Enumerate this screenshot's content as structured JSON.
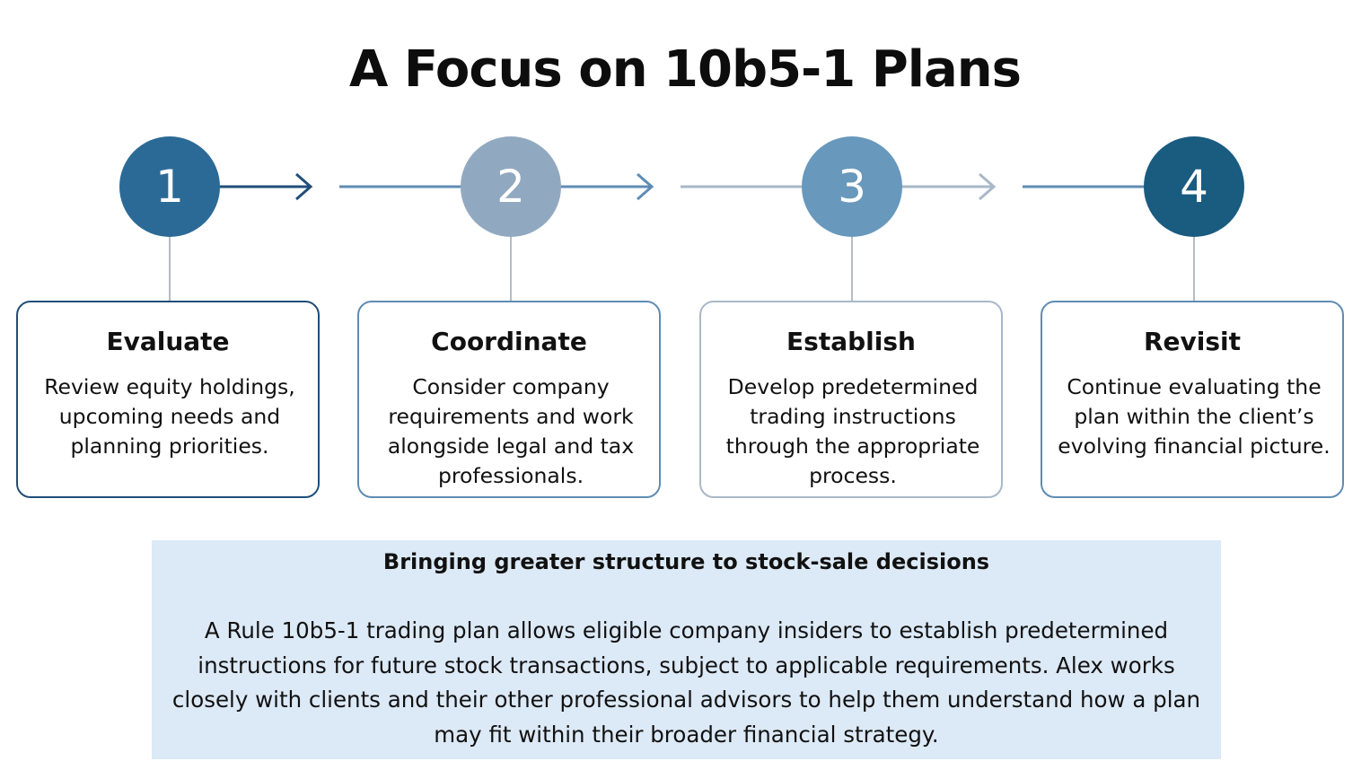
{
  "title": "A Focus on 10b5-1 Plans",
  "steps": [
    {
      "number": "1",
      "title": "Evaluate",
      "description": "Review equity holdings, upcoming needs and planning priorities.",
      "circle_color": "#2b6a96",
      "border_color": "#1f4e79"
    },
    {
      "number": "2",
      "title": "Coordinate",
      "description": "Consider company requirements and work alongside legal and tax professionals.",
      "circle_color": "#91a9c0",
      "border_color": "#5f8cb4"
    },
    {
      "number": "3",
      "title": "Establish",
      "description": "Develop predetermined trading instructions through the appropriate process.",
      "circle_color": "#6898bc",
      "border_color": "#a9b8c8"
    },
    {
      "number": "4",
      "title": "Revisit",
      "description": "Continue evaluating the plan within the client’s evolving financial picture.",
      "circle_color": "#1a5b80",
      "border_color": "#5f8cb4"
    }
  ],
  "info": {
    "heading": "Bringing greater structure to stock-sale decisions",
    "body": "A Rule 10b5-1 trading plan allows eligible company insiders to establish predetermined instructions for future stock transactions, subject to applicable requirements. Alex works closely with clients and their other professional advisors to help them understand how a plan may fit within their broader financial strategy.",
    "background": "#dce9f6"
  }
}
